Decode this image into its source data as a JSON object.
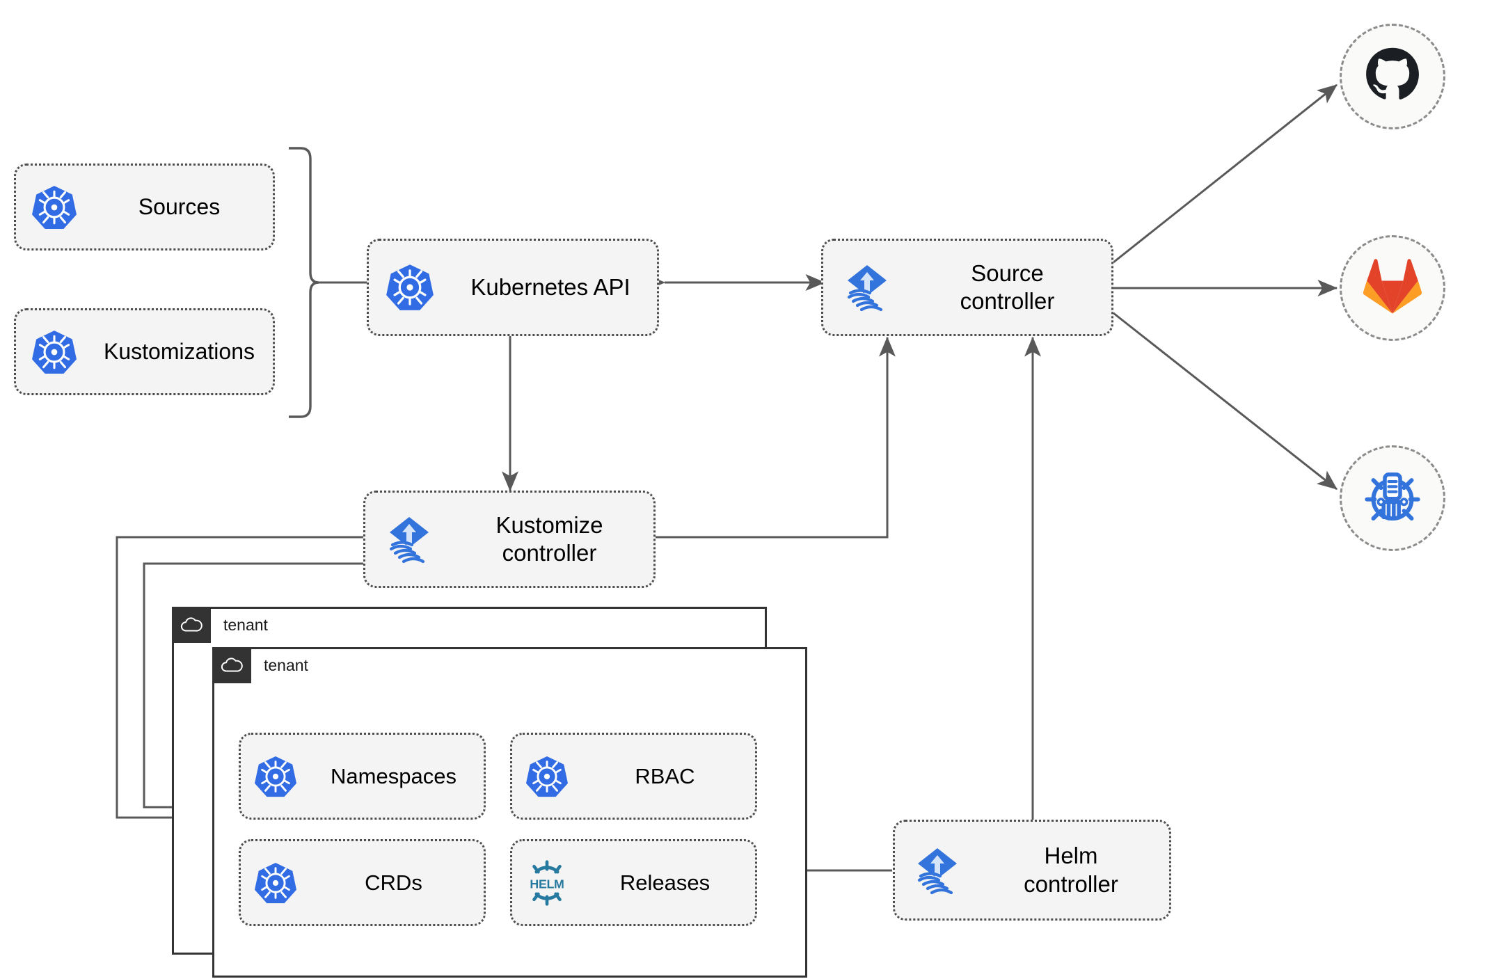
{
  "diagram": {
    "title": "Flux GitOps multi-tenancy architecture",
    "colors": {
      "kubernetes_blue": "#326CE5",
      "flux_blue": "#3273DC",
      "flux_arrow": "#D6E4FA",
      "helm_teal": "#277A9F",
      "gitlab_orange": "#E24329",
      "gitlab_amber": "#FCA326",
      "github_dark": "#1B1F23",
      "node_fill": "#F4F4F4",
      "node_border": "#4D4D4D",
      "edge": "#595959",
      "tenant_header": "#333333"
    }
  },
  "resources": [
    {
      "id": "sources",
      "label": "Sources",
      "icon": "kubernetes-icon"
    },
    {
      "id": "kustomizations",
      "label": "Kustomizations",
      "icon": "kubernetes-icon"
    }
  ],
  "controllers": [
    {
      "id": "kubernetes-api",
      "label": "Kubernetes API",
      "icon": "kubernetes-icon"
    },
    {
      "id": "source-controller",
      "label": "Source\ncontroller",
      "icon": "flux-icon"
    },
    {
      "id": "kustomize-controller",
      "label": "Kustomize\ncontroller",
      "icon": "flux-icon"
    },
    {
      "id": "helm-controller",
      "label": "Helm\ncontroller",
      "icon": "flux-icon"
    }
  ],
  "providers": [
    {
      "id": "github",
      "label": "github-icon",
      "icon": "github-icon"
    },
    {
      "id": "gitlab",
      "label": "gitlab-icon",
      "icon": "gitlab-icon"
    },
    {
      "id": "helm-repository",
      "label": "helm-repository-icon",
      "icon": "helm-repository-icon"
    }
  ],
  "tenants": [
    {
      "id": "tenant-back",
      "label": "tenant",
      "icon": "cloud-icon"
    },
    {
      "id": "tenant-front",
      "label": "tenant",
      "icon": "cloud-icon"
    }
  ],
  "tenant_resources": [
    {
      "id": "namespaces",
      "label": "Namespaces",
      "icon": "kubernetes-icon"
    },
    {
      "id": "rbac",
      "label": "RBAC",
      "icon": "kubernetes-icon"
    },
    {
      "id": "crds",
      "label": "CRDs",
      "icon": "kubernetes-icon"
    },
    {
      "id": "releases",
      "label": "Releases",
      "icon": "helm-icon"
    }
  ]
}
